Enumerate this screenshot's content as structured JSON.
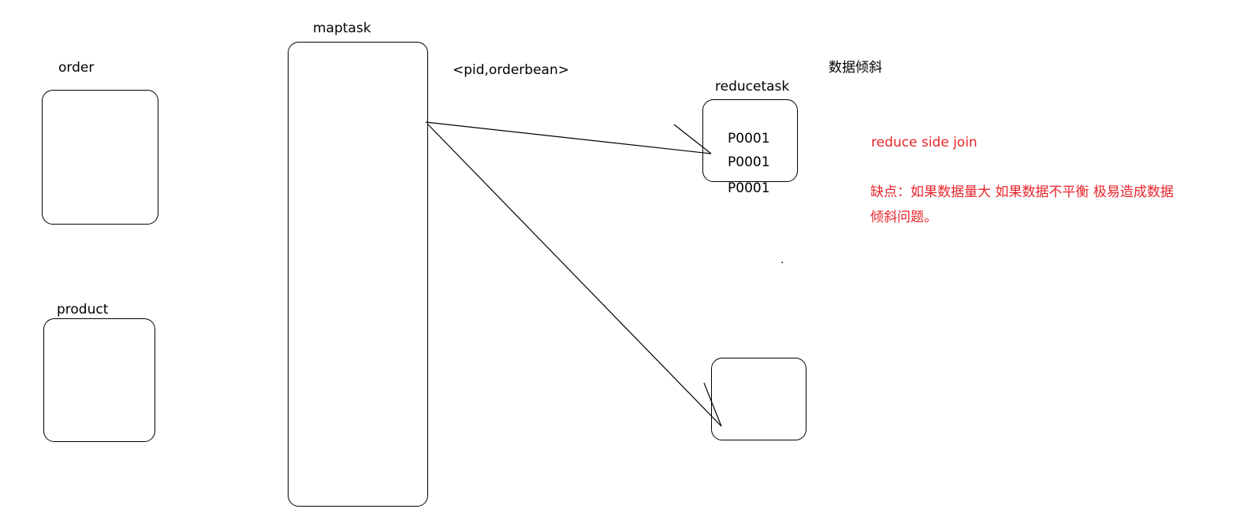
{
  "labels": {
    "order": "order",
    "product": "product",
    "maptask": "maptask",
    "key_value": "<pid,orderbean>",
    "reducetask": "reducetask",
    "data_skew": "数据倾斜",
    "pid_1": "P0001",
    "pid_2": "P0001",
    "pid_3": "P0001",
    "dot": "."
  },
  "notes": {
    "title": "reduce side join",
    "drawback_line1": "缺点：如果数据量大 如果数据不平衡 极易造成数据",
    "drawback_line2": "倾斜问题。"
  },
  "colors": {
    "stroke": "#000000",
    "note_red": "#e8242b"
  }
}
